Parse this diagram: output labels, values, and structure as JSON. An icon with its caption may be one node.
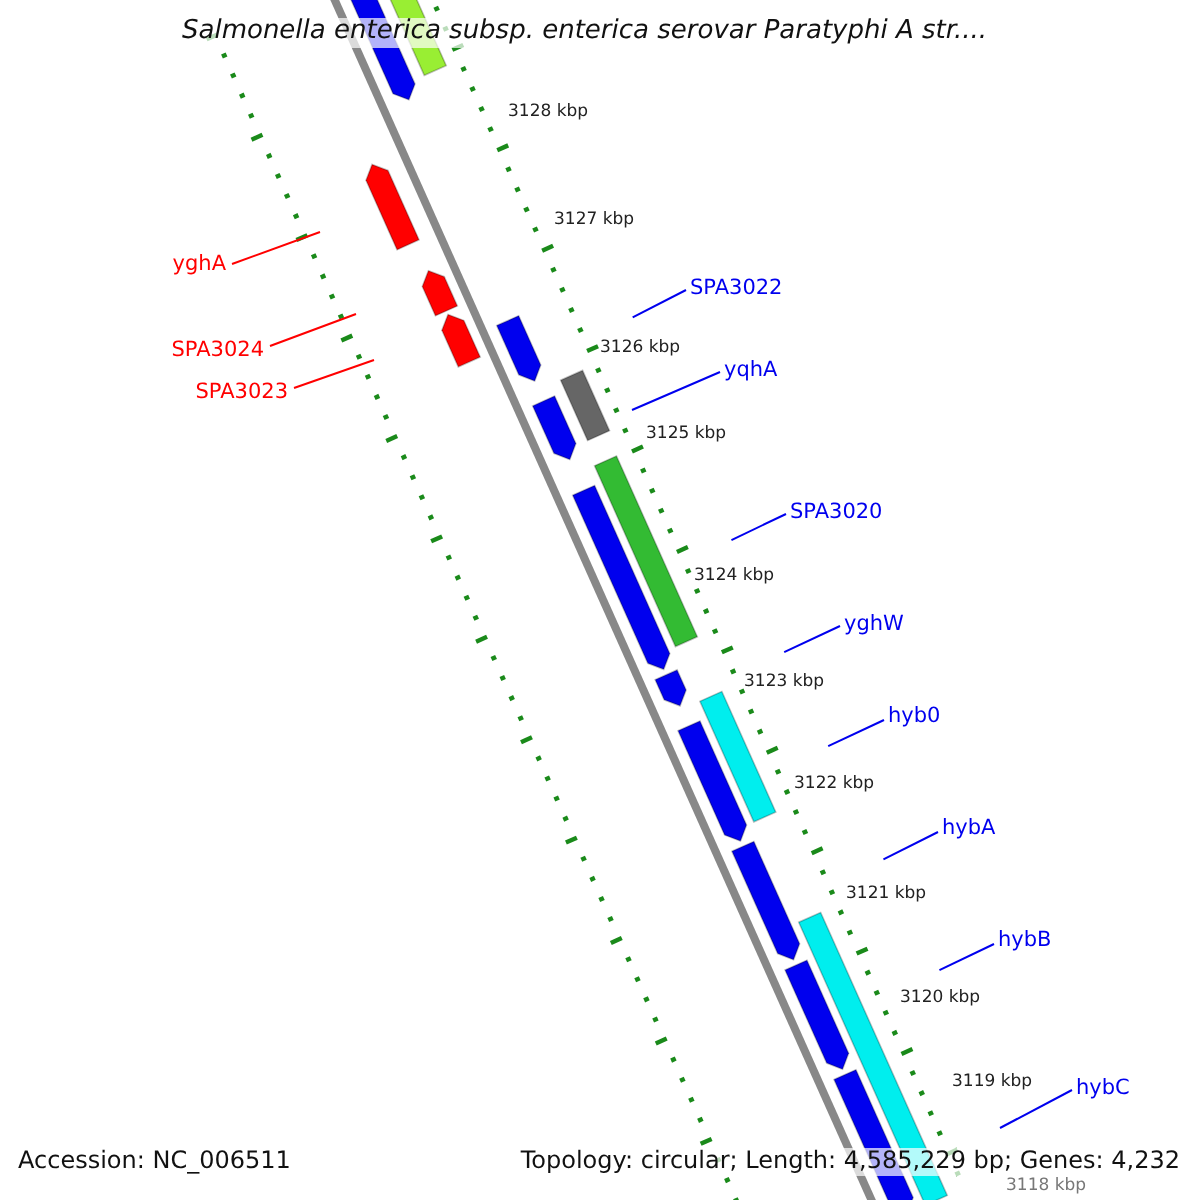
{
  "diagram": {
    "title": "Salmonella enterica subsp. enterica serovar Paratyphi A str....",
    "nodes": [
      {
        "text": [
          "yghA"
        ]
      },
      {
        "text": [
          "SPA3022"
        ]
      },
      {
        "text": [
          "SPA3024"
        ]
      },
      {
        "text": [
          "yqhA"
        ]
      },
      {
        "text": [
          "SPA3023"
        ]
      },
      {
        "text": [
          "SPA3020"
        ]
      },
      {
        "text": [
          "yghW"
        ]
      },
      {
        "text": [
          "hyb0"
        ]
      },
      {
        "text": [
          "hybA"
        ]
      },
      {
        "text": [
          "hybB"
        ]
      },
      {
        "text": [
          "hybC"
        ]
      }
    ],
    "edges": [
      {
        "from": 0,
        "to": null,
        "arrow": "none",
        "color": "#ff0000"
      },
      {
        "from": 1,
        "to": null,
        "arrow": "none"
      },
      {
        "from": 2,
        "to": null,
        "arrow": "none",
        "color": "#ff0000"
      },
      {
        "from": 3,
        "to": null,
        "arrow": "none"
      },
      {
        "from": 4,
        "to": null,
        "arrow": "none",
        "color": "#ff0000"
      },
      {
        "from": 5,
        "to": null,
        "arrow": "none"
      },
      {
        "from": 6,
        "to": null,
        "arrow": "none"
      },
      {
        "from": 7,
        "to": null,
        "arrow": "none"
      },
      {
        "from": 8,
        "to": null,
        "arrow": "none"
      },
      {
        "from": 9,
        "to": null,
        "arrow": "none"
      },
      {
        "from": 10,
        "to": null,
        "arrow": "none"
      }
    ],
    "labels": [
      "3128 kbp",
      "3127 kbp",
      "3126 kbp",
      "3125 kbp",
      "3124 kbp",
      "3123 kbp",
      "3122 kbp",
      "3121 kbp",
      "3120 kbp",
      "3119 kbp",
      "3118 kbp",
      "Accession: NC_006511",
      "Topology: circular; Length: 4,585,229 bp; Genes: 4,232"
    ]
  }
}
